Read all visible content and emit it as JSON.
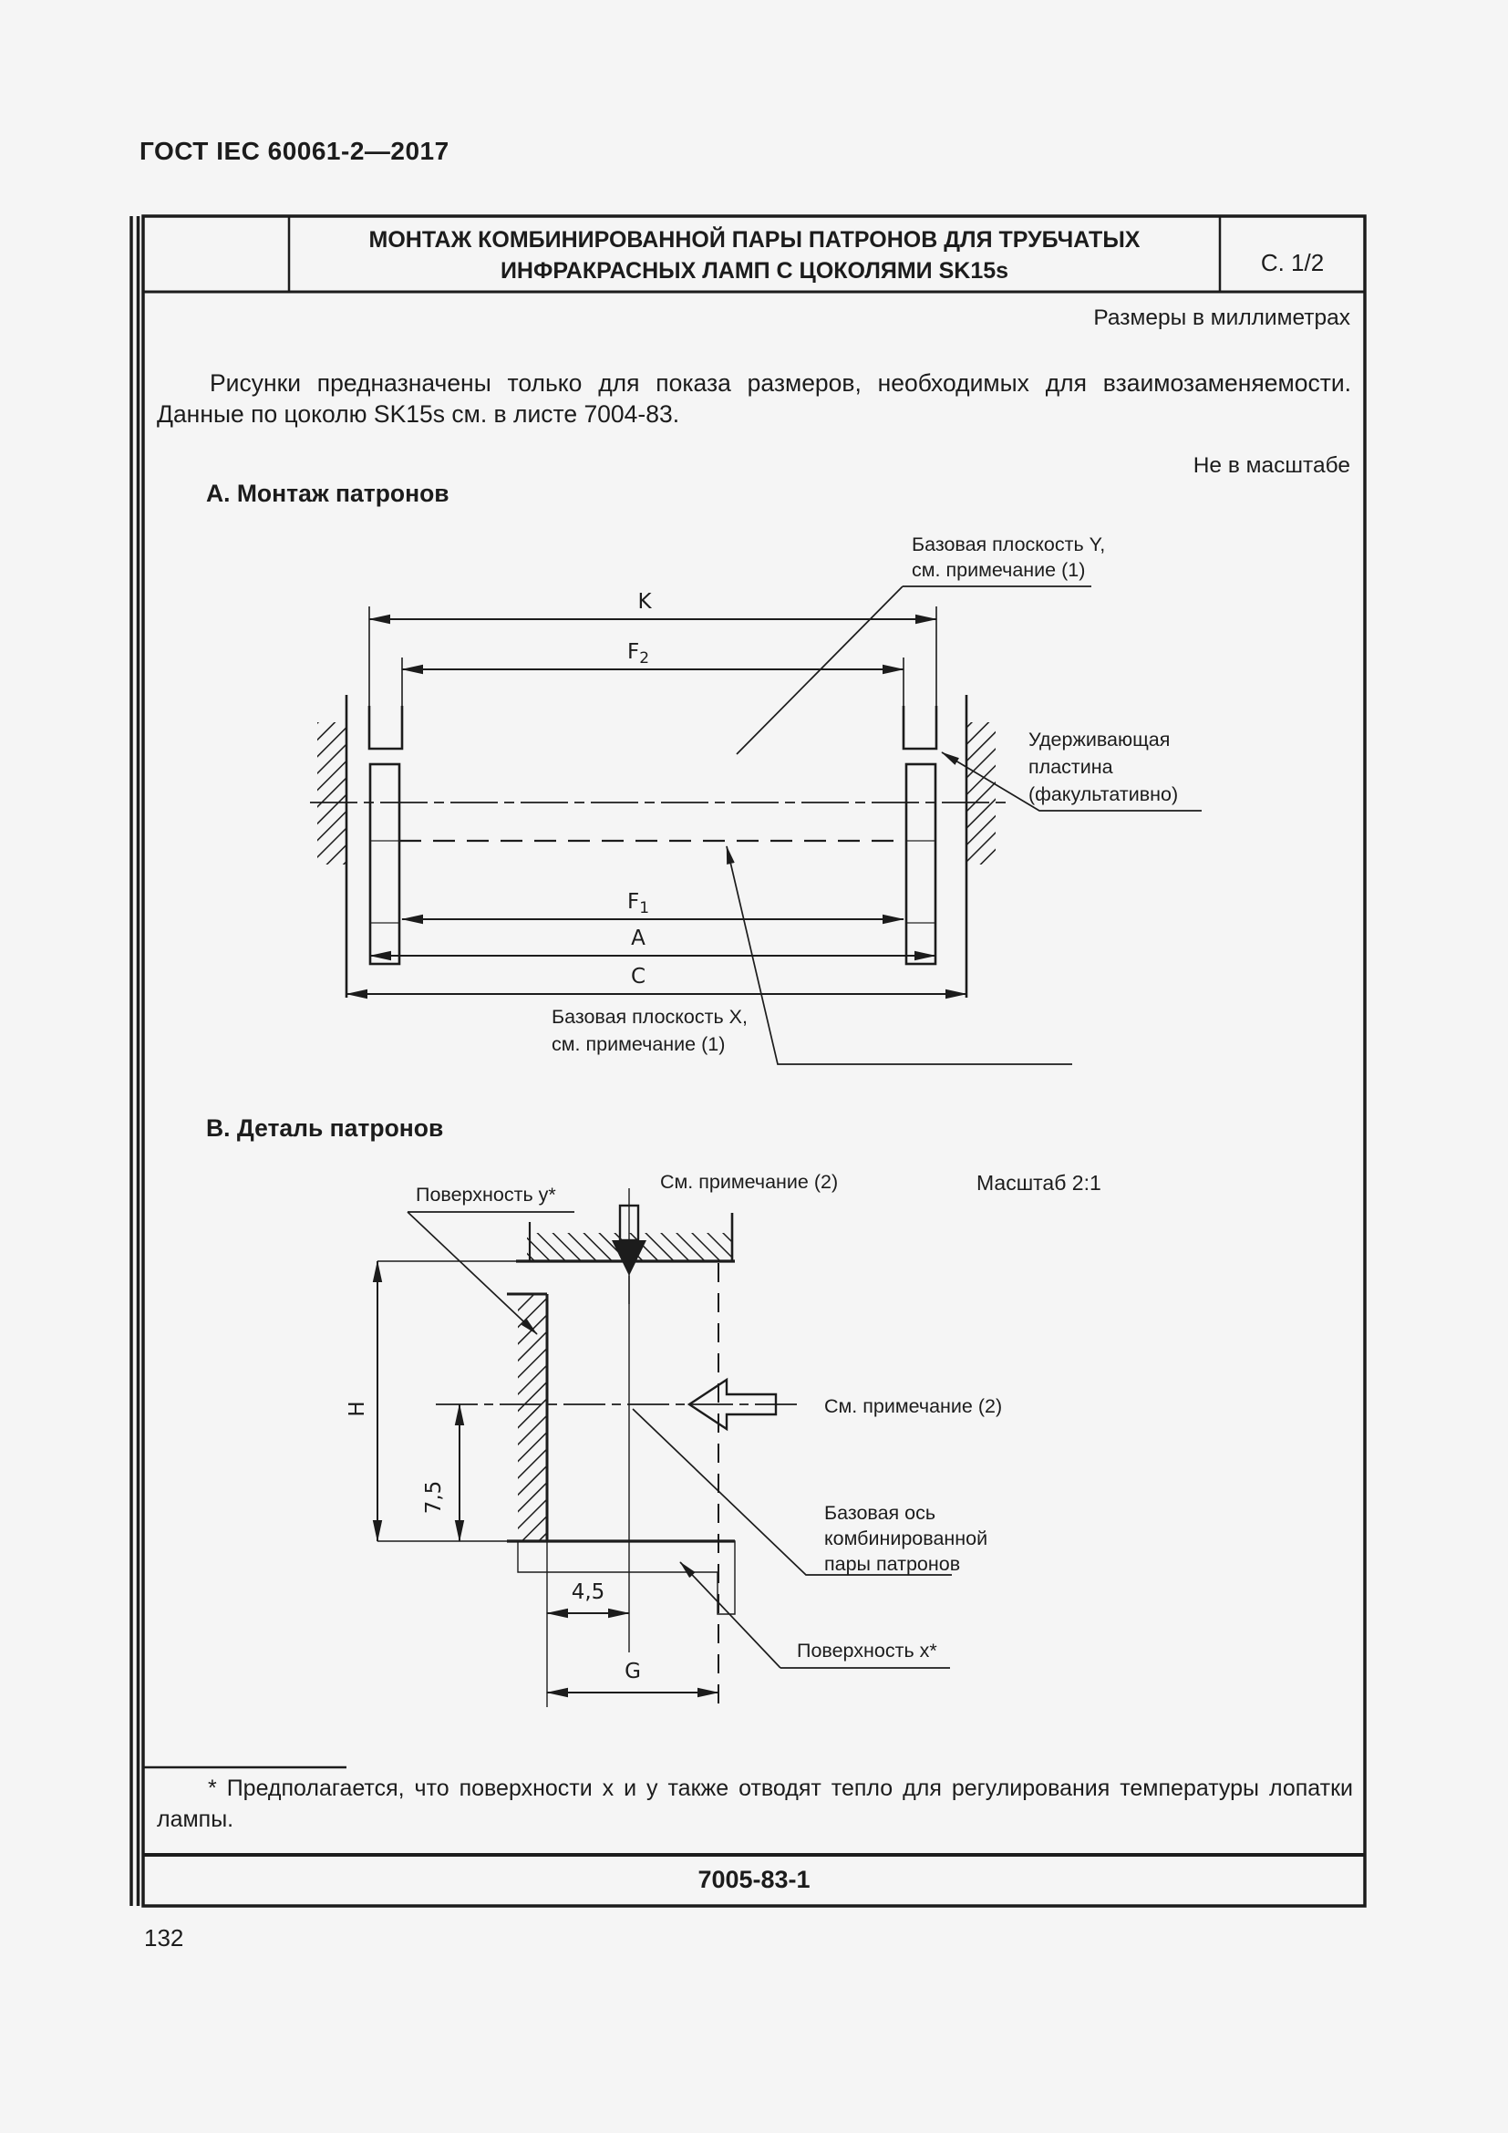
{
  "colors": {
    "background": "#f5f5f5",
    "ink": "#1c1c1c"
  },
  "page": {
    "doc_code": "ГОСТ IEC 60061-2—2017",
    "header": {
      "title_line1": "МОНТАЖ КОМБИНИРОВАННОЙ ПАРЫ ПАТРОНОВ ДЛЯ ТРУБЧАТЫХ",
      "title_line2": "ИНФРАКРАСНЫХ ЛАМП С ЦОКОЛЯМИ SK15s",
      "page_cell": "С. 1/2"
    },
    "units_note": "Размеры в миллиметрах",
    "intro_line1": "Рисунки предназначены только для показа размеров, необходимых для взаимозаменяемости.",
    "intro_line2": "Данные по цоколю SK15s см. в листе 7004-83.",
    "scale_note": "Не в масштабе",
    "section_a": "А. Монтаж патронов",
    "section_b": "В. Деталь патронов",
    "footnote_line1": "* Предполагается, что поверхности x и y также отводят тепло для регулирования температуры лопатки",
    "footnote_line2": "лампы.",
    "footer_code": "7005-83-1",
    "page_number": "132"
  },
  "drawing_a": {
    "label_plane_y_1": "Базовая плоскость Y,",
    "label_plane_y_2": "см. примечание (1)",
    "label_plate_1": "Удерживающая",
    "label_plate_2": "пластина",
    "label_plate_3": "(факультативно)",
    "label_plane_x_1": "Базовая плоскость X,",
    "label_plane_x_2": "см. примечание (1)",
    "dim_k": "K",
    "dim_f_main": "F",
    "dim_f2_sub": "2",
    "dim_f1_sub": "1",
    "dim_a": "A",
    "dim_c": "C"
  },
  "drawing_b": {
    "scale_label": "Масштаб 2:1",
    "label_note2_top": "См. примечание (2)",
    "label_note2_mid": "См. примечание (2)",
    "label_surface_y": "Поверхность y*",
    "label_surface_x": "Поверхность x*",
    "label_axis_1": "Базовая ось",
    "label_axis_2": "комбинированной",
    "label_axis_3": "пары патронов",
    "dim_h": "H",
    "dim_75": "7,5",
    "dim_45": "4,5",
    "dim_g": "G"
  }
}
